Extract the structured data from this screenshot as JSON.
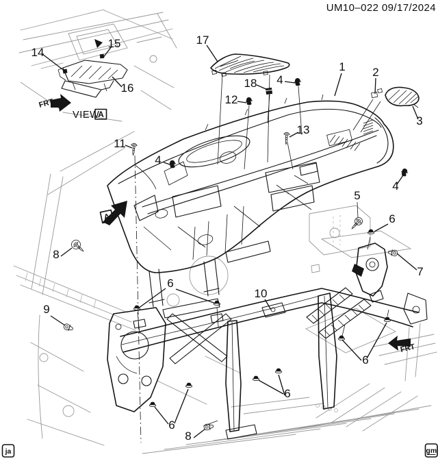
{
  "header": {
    "doc_ref": "UM10–022  09/17/2024"
  },
  "inset": {
    "view_label": "VIEW",
    "view_letter": "A",
    "frt_label": "FRT"
  },
  "direction": {
    "section_letter": "A",
    "frt_label": "FRT"
  },
  "footer": {
    "left_mark": "ja",
    "right_mark": "gm"
  },
  "colors": {
    "ink": "#141414",
    "faint": "#979797",
    "paper": "#ffffff"
  },
  "callouts": [
    {
      "num": "14"
    },
    {
      "num": "15"
    },
    {
      "num": "16"
    },
    {
      "num": "17"
    },
    {
      "num": "18"
    },
    {
      "num": "4"
    },
    {
      "num": "12"
    },
    {
      "num": "1"
    },
    {
      "num": "2"
    },
    {
      "num": "3"
    },
    {
      "num": "13"
    },
    {
      "num": "11"
    },
    {
      "num": "4"
    },
    {
      "num": "4"
    },
    {
      "num": "5"
    },
    {
      "num": "6"
    },
    {
      "num": "7"
    },
    {
      "num": "8"
    },
    {
      "num": "9"
    },
    {
      "num": "6"
    },
    {
      "num": "10"
    },
    {
      "num": "6"
    },
    {
      "num": "6"
    },
    {
      "num": "6"
    },
    {
      "num": "8"
    }
  ]
}
